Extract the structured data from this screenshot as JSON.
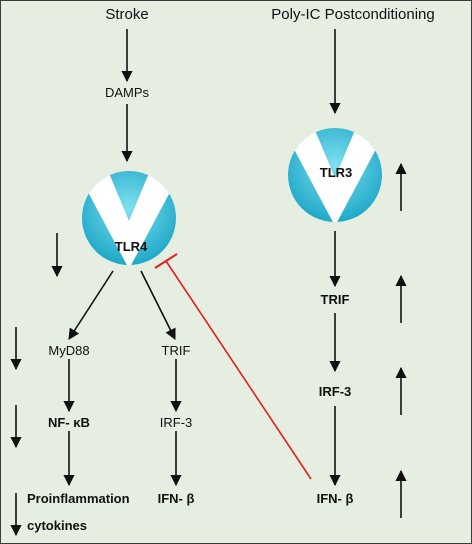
{
  "diagram": {
    "stroke": "Stroke",
    "polyic": "Poly-IC Postconditioning",
    "damps": "DAMPs",
    "tlr4": "TLR4",
    "tlr3": "TLR3",
    "myd88": "MyD88",
    "trif_left": "TRIF",
    "nfkb": "NF- κB",
    "irf3_left": "IRF-3",
    "proinflammation": "Proinflammation",
    "cytokines": "cytokines",
    "ifnb_left": "IFN- β",
    "trif_right": "TRIF",
    "irf3_right": "IRF-3",
    "ifnb_right": "IFN- β"
  },
  "colors": {
    "background": "#e6eee2",
    "receptor_blue": "#2ab6d2",
    "inhibition_red": "#e02020",
    "arrow": "#111111"
  }
}
